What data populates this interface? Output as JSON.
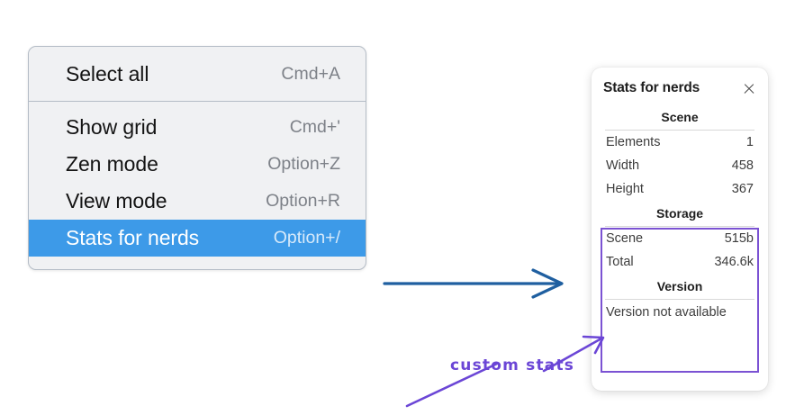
{
  "context_menu": {
    "groups": [
      {
        "items": [
          {
            "label": "Select all",
            "shortcut": "Cmd+A",
            "selected": false
          }
        ]
      },
      {
        "items": [
          {
            "label": "Show grid",
            "shortcut": "Cmd+'",
            "selected": false
          },
          {
            "label": "Zen mode",
            "shortcut": "Option+Z",
            "selected": false
          },
          {
            "label": "View mode",
            "shortcut": "Option+R",
            "selected": false
          },
          {
            "label": "Stats for nerds",
            "shortcut": "Option+/",
            "selected": true
          }
        ]
      }
    ],
    "selected_color": "#3d9ae8"
  },
  "stats_panel": {
    "title": "Stats for nerds",
    "close_icon": "close-icon",
    "sections": [
      {
        "title": "Scene",
        "rows": [
          {
            "key": "Elements",
            "value": "1"
          },
          {
            "key": "Width",
            "value": "458"
          },
          {
            "key": "Height",
            "value": "367"
          }
        ]
      },
      {
        "title": "Storage",
        "rows": [
          {
            "key": "Scene",
            "value": "515b"
          },
          {
            "key": "Total",
            "value": "346.6k"
          }
        ]
      },
      {
        "title": "Version",
        "note": "Version not available"
      }
    ],
    "highlight_color": "#7b52d3"
  },
  "annotations": {
    "label": "custom stats",
    "label_color": "#6b46d6",
    "blue_arrow_color": "#1f5fa0"
  }
}
